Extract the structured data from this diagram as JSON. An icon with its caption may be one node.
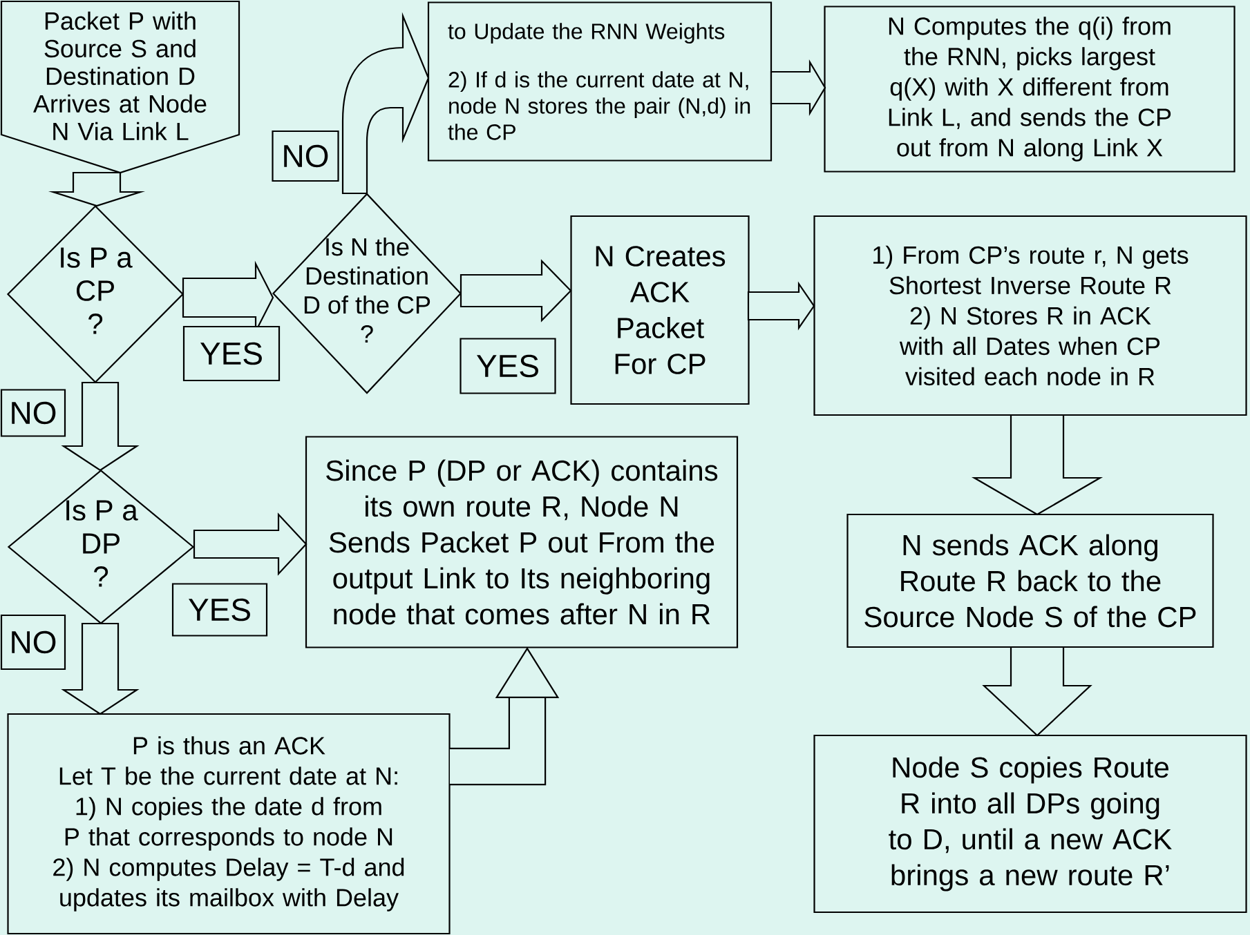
{
  "diagram": {
    "nodes": [
      {
        "text": [
          "Packet P with Source S and Destination D Arrives at Node N Via Link L"
        ]
      },
      {
        "text": [
          "Is P a CP",
          "?"
        ]
      },
      {
        "text": [
          "Is N the Destination D of the CP",
          "?"
        ]
      },
      {
        "text": [
          "to Update the RNN Weights",
          "2) If d is the current date at N, node N stores the pair (N,d) in the CP"
        ]
      },
      {
        "text": [
          "N Computes the q(i) from the RNN,  picks largest q(X) with X different from Link L, and sends the CP out from N along Link X"
        ]
      },
      {
        "text": [
          "N Creates ACK Packet For CP"
        ]
      },
      {
        "text": [
          "1) From CP’s route r, N gets Shortest Inverse Route R",
          "2) N Stores R in ACK with all Dates when CP visited each node in R"
        ]
      },
      {
        "text": [
          "Is P a DP",
          "?"
        ]
      },
      {
        "text": [
          "Since P (DP or ACK) contains its own route R, Node N Sends Packet P out From the output Link to Its neighboring node that comes after N in R"
        ]
      },
      {
        "text": [
          "N sends ACK along Route R back to the Source Node S of the CP"
        ]
      },
      {
        "text": [
          "P is thus an ACK",
          "Let T be the current date at N:",
          "1) N copies the date d from P that corresponds to node N",
          "2) N computes Delay = T-d and updates its mailbox with Delay"
        ]
      },
      {
        "text": [
          "Node S copies Route R into all DPs going to D, until a new ACK brings a new route R’"
        ]
      }
    ],
    "edges": [
      {
        "from": 0,
        "to": 1,
        "arrow": "to"
      },
      {
        "from": 1,
        "to": 2,
        "arrow": "to",
        "label": "YES"
      },
      {
        "from": 2,
        "to": 3,
        "arrow": "to",
        "label": "NO"
      },
      {
        "from": 3,
        "to": 4,
        "arrow": "to"
      },
      {
        "from": 2,
        "to": 5,
        "arrow": "to",
        "label": "YES"
      },
      {
        "from": 5,
        "to": 6,
        "arrow": "to"
      },
      {
        "from": 1,
        "to": 7,
        "arrow": "to",
        "label": "NO"
      },
      {
        "from": 7,
        "to": 8,
        "arrow": "to",
        "label": "YES"
      },
      {
        "from": 7,
        "to": 10,
        "arrow": "to",
        "label": "NO"
      },
      {
        "from": 10,
        "to": 8,
        "arrow": "to"
      },
      {
        "from": 6,
        "to": 9,
        "arrow": "to"
      },
      {
        "from": 9,
        "to": 11,
        "arrow": "to"
      }
    ]
  }
}
